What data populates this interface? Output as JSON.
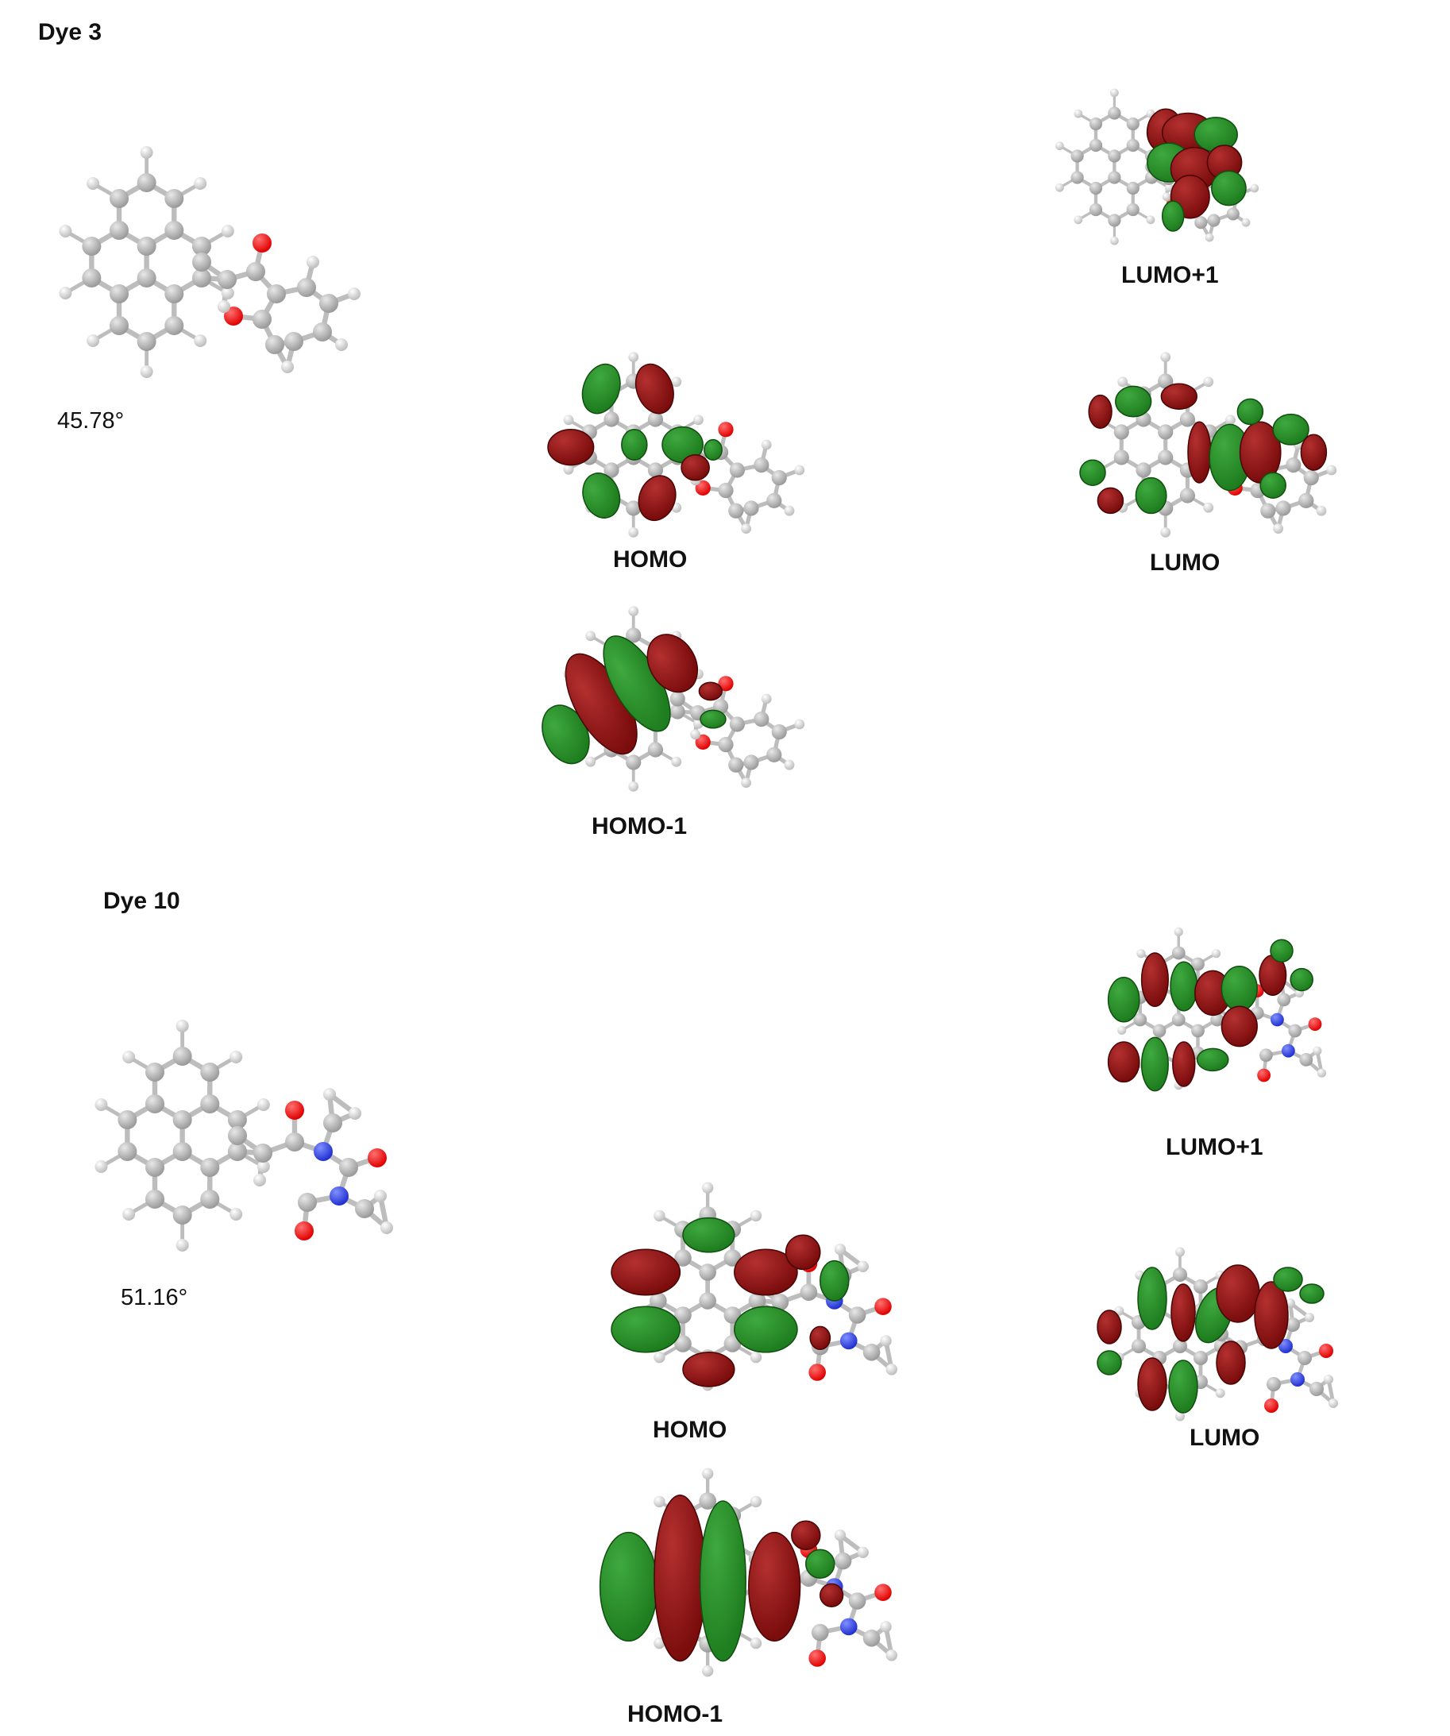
{
  "colors": {
    "carbon": "#9a9a9a",
    "hydrogen": "#e6e6e6",
    "oxygen": "#e00000",
    "nitrogen": "#2030d0",
    "lobe_positive": "#1e7d1e",
    "lobe_negative": "#7a0c0c",
    "bond": "#bdbdbd"
  },
  "dyes": [
    {
      "name": "Dye 3",
      "angle": "45.78°",
      "orbitals": [
        "LUMO+1",
        "HOMO",
        "LUMO",
        "HOMO-1"
      ]
    },
    {
      "name": "Dye 10",
      "angle": "51.16°",
      "orbitals": [
        "LUMO+1",
        "HOMO",
        "LUMO",
        "HOMO-1"
      ]
    }
  ]
}
